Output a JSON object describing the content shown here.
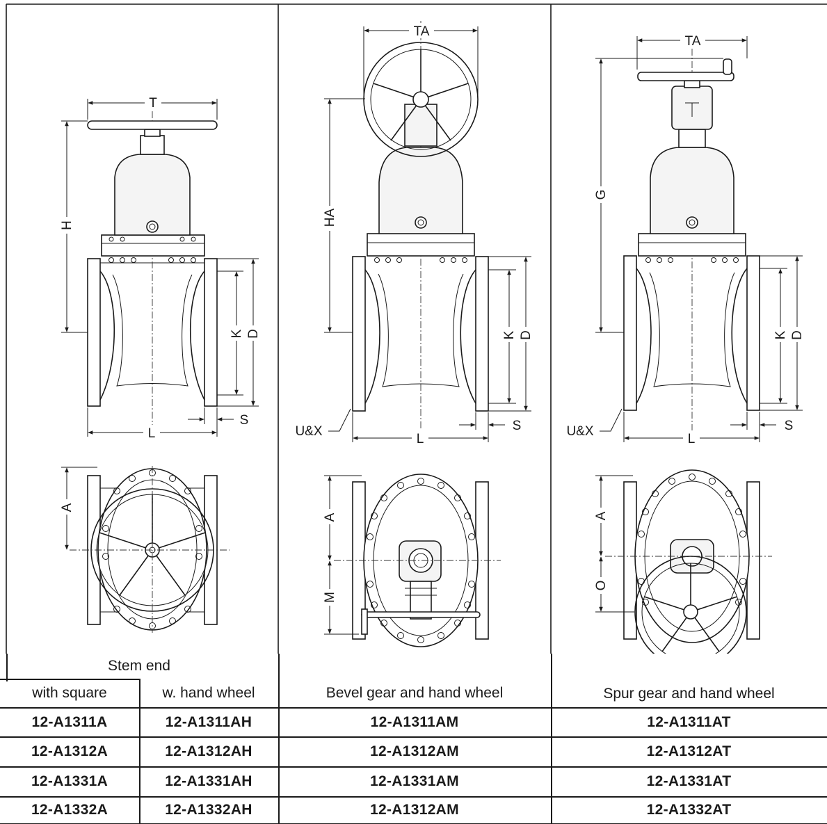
{
  "dimension_labels": {
    "T": "T",
    "TA": "TA",
    "H": "H",
    "HA": "HA",
    "G": "G",
    "K": "K",
    "D": "D",
    "S": "S",
    "L": "L",
    "UX": "U&X",
    "A": "A",
    "M": "M",
    "O": "O"
  },
  "table": {
    "group_header": "Stem end",
    "columns": [
      "with square",
      "w. hand wheel",
      "Bevel gear and hand wheel",
      "Spur gear and hand wheel"
    ],
    "rows": [
      [
        "12-A1311A",
        "12-A1311AH",
        "12-A1311AM",
        "12-A1311AT"
      ],
      [
        "12-A1312A",
        "12-A1312AH",
        "12-A1312AM",
        "12-A1312AT"
      ],
      [
        "12-A1331A",
        "12-A1331AH",
        "12-A1331AM",
        "12-A1331AT"
      ],
      [
        "12-A1332A",
        "12-A1332AH",
        "12-A1312AM",
        "12-A1332AT"
      ]
    ]
  }
}
